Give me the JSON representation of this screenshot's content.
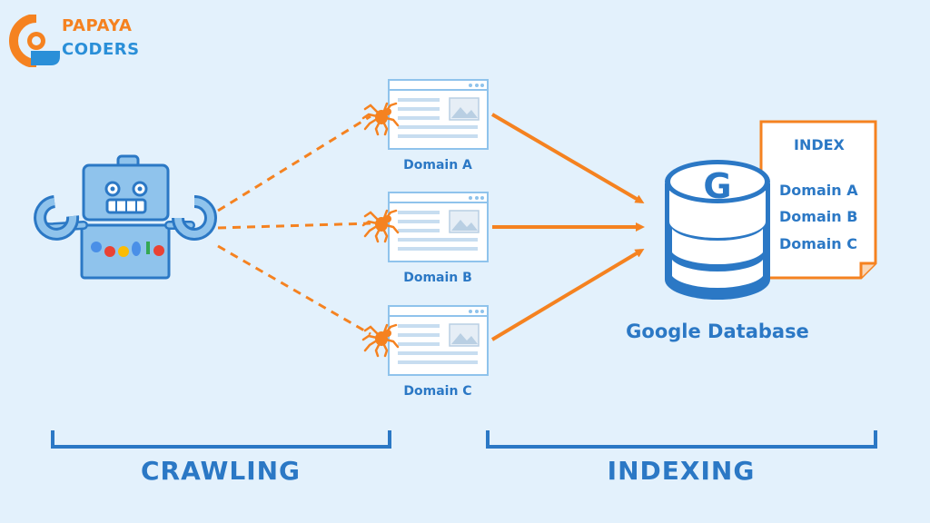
{
  "brand": {
    "line1": "PAPAYA",
    "line2": "CODERS"
  },
  "domains": [
    {
      "label": "Domain A"
    },
    {
      "label": "Domain B"
    },
    {
      "label": "Domain C"
    }
  ],
  "database": {
    "letter": "G",
    "label": "Google Database"
  },
  "index": {
    "title": "INDEX",
    "items": [
      "Domain A",
      "Domain B",
      "Domain C"
    ]
  },
  "sections": {
    "crawling": "CRAWLING",
    "indexing": "INDEXING"
  },
  "colors": {
    "background": "#e3f1fc",
    "primary_blue": "#2b78c5",
    "accent_orange": "#f58220",
    "light_blue": "#8fc3ec"
  }
}
